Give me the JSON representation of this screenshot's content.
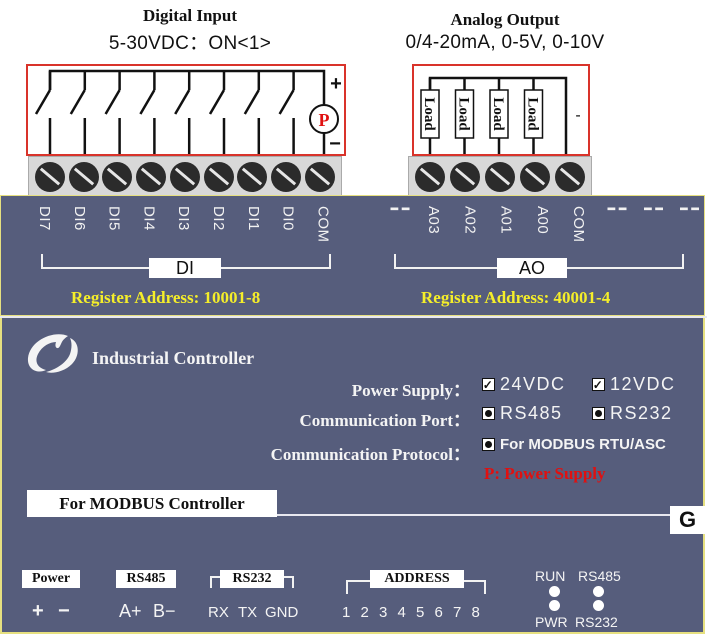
{
  "digital_input": {
    "title": "Digital Input",
    "spec": "5-30VDC：ON<1>",
    "plus_sign": "+",
    "minus_sign": "−",
    "power_symbol": "P",
    "switch_count": 8,
    "terminal_count": 9
  },
  "analog_output": {
    "title": "Analog Output",
    "spec": "0/4-20mA, 0-5V, 0-10V",
    "load_labels": [
      "Load",
      "Load",
      "Load",
      "Load"
    ],
    "minus_sign": "-",
    "terminal_count": 5
  },
  "di_block": {
    "terminals": [
      "DI7",
      "DI6",
      "DI5",
      "DI4",
      "DI3",
      "DI2",
      "DI1",
      "DI0",
      "COM"
    ],
    "group_label": "DI",
    "register_address": "Register Address: 10001-8"
  },
  "ao_block": {
    "terminals": [
      "--",
      "A03",
      "A02",
      "A01",
      "A00",
      "COM",
      "--",
      "--",
      "--"
    ],
    "group_label": "AO",
    "register_address": "Register Address: 40001-4"
  },
  "controller": {
    "logo": "company-logo",
    "name": "Industrial Controller",
    "power_supply_label": "Power Supply：",
    "power_supply_options": [
      {
        "label": "24VDC",
        "checked": true
      },
      {
        "label": "12VDC",
        "checked": true
      }
    ],
    "comm_port_label": "Communication Port：",
    "comm_port_options": [
      {
        "label": "RS485",
        "selected": true
      },
      {
        "label": "RS232",
        "selected": true
      }
    ],
    "comm_protocol_label": "Communication Protocol：",
    "comm_protocol_option": {
      "label": "For MODBUS RTU/ASC",
      "selected": true
    },
    "legend_note": "P: Power Supply",
    "modbus_tag": "For MODBUS Controller",
    "ground_tag": "G"
  },
  "bottom_ports": {
    "power": {
      "label": "Power",
      "pins": [
        "+",
        "−"
      ]
    },
    "rs485": {
      "label": "RS485",
      "pins": [
        "A+",
        "B−"
      ]
    },
    "rs232": {
      "label": "RS232",
      "pins": [
        "RX",
        "TX",
        "GND"
      ]
    },
    "address": {
      "label": "ADDRESS",
      "pins": [
        "1",
        "2",
        "3",
        "4",
        "5",
        "6",
        "7",
        "8"
      ]
    },
    "leds": {
      "top": [
        "RUN",
        "RS485"
      ],
      "bottom": [
        "PWR",
        "RS232"
      ]
    }
  },
  "colors": {
    "panel": "#565d7c",
    "border_yellow": "#e6e080",
    "register_text": "#f5ee2a",
    "wire_box": "#d9332a",
    "power_note": "#e01010"
  }
}
